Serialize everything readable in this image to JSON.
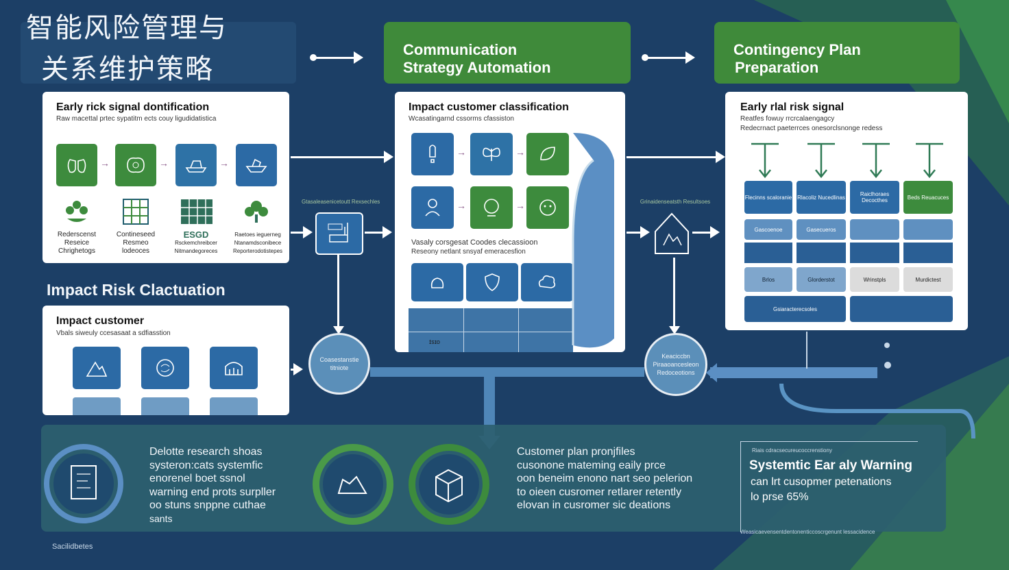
{
  "title": {
    "line1": "智能风险管理与",
    "line2": "关系维护策略"
  },
  "headers": {
    "communication": {
      "line1": "Communication",
      "line2": "Strategy Automation"
    },
    "contingency": {
      "line1": "Contingency Plan",
      "line2": "Preparation"
    }
  },
  "early_card": {
    "title": "Early rick signal dontification",
    "subtitle": "Raw macettal prtec sypatitm ects couy ligudidatistica",
    "labels": [
      {
        "l1": "Rederscenst",
        "l2": "Reseice",
        "l3": "Chrighetogs"
      },
      {
        "l1": "Contineseed",
        "l2": "Resmeo",
        "l3": "lodeoces"
      },
      {
        "l1": "ESGD",
        "l2": "Rsckemchreibcer",
        "l3": "Nitmandegoreces"
      },
      {
        "l1": "Raetoes ieguerneg",
        "l2": "Ntanamdsconibece",
        "l3": "Reporterodotistepes"
      }
    ]
  },
  "impact_section_label": "Impact Risk Clactuation",
  "impact_customer_card": {
    "title": "Impact customer",
    "subtitle": "Vbals siweuly ccesasaat a sdfiasstion"
  },
  "classification_card": {
    "title": "Impact customer classification",
    "subtitle": "Wcasatingarnd cssorms cfassiston",
    "mid1": "Vasaly corsgesat Coodes clecassioon",
    "mid2": "Reseony netlant snsyaf emeracesfion",
    "footer_cells": [
      "ɪ̇sɪo"
    ]
  },
  "risk_card": {
    "title": "Early rlal risk signal",
    "sub1": "Reatfes fowuy rrcrcalaengagcy",
    "sub2": "Redecrnact paeterrces onesorclsnonge redess",
    "grid": [
      [
        "Flecinns scaloranie",
        "Rlacoliz Nucedlinas",
        "Raiclhoraes Decocthes",
        "Beds Reuacuces"
      ],
      [
        "Gascoenoe",
        "Gasecueros",
        "",
        ""
      ],
      [
        "Brlos",
        "Glorderstot",
        "Wrinstpls",
        "Murdictest"
      ],
      [
        "Gsiaracterecsoles",
        "",
        "",
        ""
      ]
    ]
  },
  "small_labels": {
    "left_node": "Gtasaleasenicetoutt Rexsechles",
    "right_node": "Grinaidenseatsth Resultsoes"
  },
  "circles": {
    "left": {
      "l1": "Coasestanstie",
      "l2": "titniote"
    },
    "right": {
      "l1": "Keaciccbn",
      "l2": "Piraaoancesleon",
      "l3": "Redoceotions"
    }
  },
  "bottom": {
    "deloitte": [
      "Delotte research shoas",
      "systeron:cats systemfic",
      "enorenel boet ssnol",
      "warning end prots surpller",
      "oo stuns snppne cuthae",
      "sants"
    ],
    "customer": [
      "Customer plan pronjfiles",
      "cusonone mateming eaily prce",
      "oon beneim enono nart seo pelerion",
      "to oieen cusromer retlarer retently",
      "elovan in cusromer sic deations"
    ],
    "warning_small": "Riais cdracsecureucoccrenstiony",
    "warning_title": "Systemtic Ear aly Warning",
    "warning_l2": "can lrt cusopmer petenations",
    "warning_l3": "lo prse 65%",
    "warning_footer": "Weasicaevensentdentonenticcoscrgenunt lessacidence",
    "corner": "Sacilidbetes"
  },
  "colors": {
    "bg": "#1c3f66",
    "green": "#3f8a3a",
    "blue": "#2c6aa5"
  }
}
